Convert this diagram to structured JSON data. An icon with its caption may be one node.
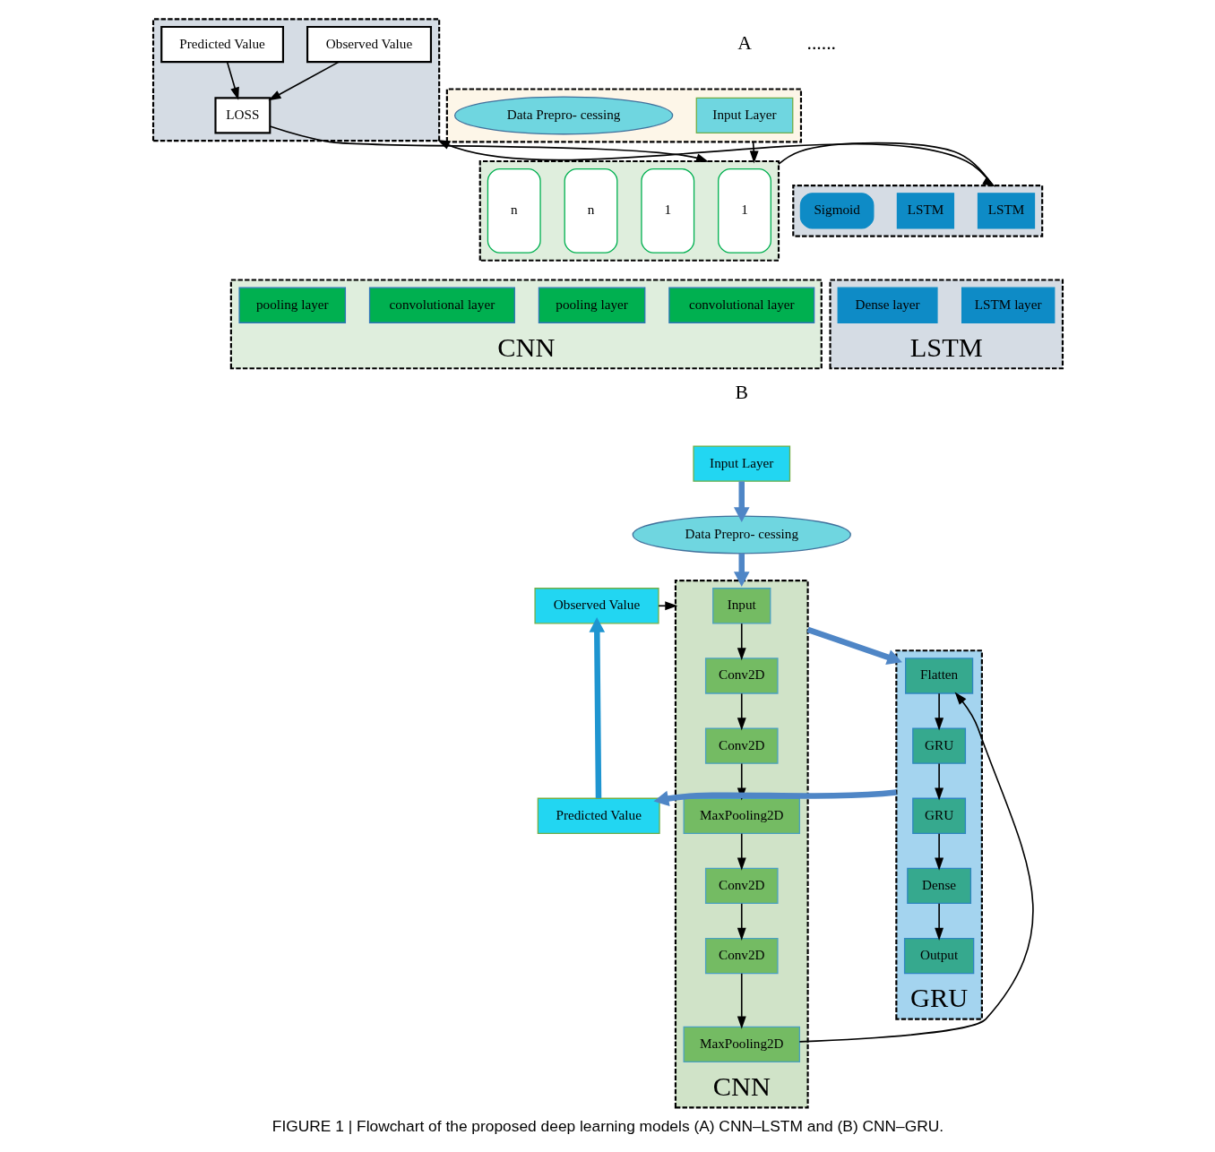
{
  "diagram": {
    "caption": "FIGURE 1 | Flowchart of the proposed deep learning models (A) CNN–LSTM and (B) CNN–GRU.",
    "nodes": [
      {
        "text": [],
        "shape": "box"
      },
      {
        "text": [
          "Input Layer"
        ],
        "in": 0
      },
      {
        "text": [
          "Data Prepro- cessing"
        ],
        "in": 0
      },
      {
        "text": [],
        "shape": "box"
      },
      {
        "text": [
          "1"
        ],
        "in": 3
      },
      {
        "text": [
          "1"
        ],
        "in": 3
      },
      {
        "text": [
          "n"
        ],
        "in": 3
      },
      {
        "text": [
          "n"
        ],
        "in": 3
      },
      {
        "text": [
          "CNN"
        ]
      },
      {
        "text": [
          "convolutional layer"
        ],
        "in": 8
      },
      {
        "text": [
          "pooling layer"
        ],
        "in": 8
      },
      {
        "text": [
          "convolutional layer"
        ],
        "in": 8
      },
      {
        "text": [
          "pooling layer"
        ],
        "in": 8
      },
      {
        "text": [],
        "shape": "box"
      },
      {
        "text": [
          "Observed Value"
        ],
        "in": 13
      },
      {
        "text": [
          "LOSS"
        ],
        "in": 13
      },
      {
        "text": [
          "Predicted Value"
        ],
        "in": 13
      },
      {
        "text": [],
        "shape": "box"
      },
      {
        "text": [
          "LSTM"
        ],
        "in": 17
      },
      {
        "text": [
          "LSTM"
        ],
        "in": 17
      },
      {
        "text": [
          "Sigmoid"
        ],
        "in": 17
      },
      {
        "text": [
          "LSTM"
        ]
      },
      {
        "text": [
          "LSTM layer"
        ],
        "in": 21
      },
      {
        "text": [
          "Dense layer"
        ],
        "in": 21
      },
      {
        "text": [
          "Input Layer"
        ]
      },
      {
        "text": [
          "Data Prepro- cessing"
        ]
      },
      {
        "text": [
          "CNN"
        ]
      },
      {
        "text": [
          "Input"
        ],
        "in": 26
      },
      {
        "text": [
          "Conv2D"
        ],
        "in": 26
      },
      {
        "text": [
          "Conv2D"
        ],
        "in": 26
      },
      {
        "text": [
          "MaxPooling2D"
        ],
        "in": 26
      },
      {
        "text": [
          "Conv2D"
        ],
        "in": 26
      },
      {
        "text": [
          "Conv2D"
        ],
        "in": 26
      },
      {
        "text": [
          "MaxPooling2D"
        ],
        "in": 26
      },
      {
        "text": [
          "GRU"
        ]
      },
      {
        "text": [
          "Flatten"
        ],
        "in": 34
      },
      {
        "text": [
          "GRU"
        ],
        "in": 34
      },
      {
        "text": [
          "GRU"
        ],
        "in": 34
      },
      {
        "text": [
          "Dense"
        ],
        "in": 34
      },
      {
        "text": [
          "Output"
        ],
        "in": 34
      },
      {
        "text": [
          "Observed Value"
        ]
      },
      {
        "text": [
          "Predicted Value"
        ]
      }
    ],
    "edges": [
      {
        "from": 0,
        "to": 3,
        "arrow": "to"
      },
      {
        "from": 15,
        "to": 3,
        "arrow": "to"
      },
      {
        "from": 3,
        "to": 17,
        "arrow": "to"
      },
      {
        "from": 17,
        "to": 13,
        "arrow": "to"
      },
      {
        "from": 14,
        "to": 15,
        "arrow": "to"
      },
      {
        "from": 16,
        "to": 15,
        "arrow": "to"
      },
      {
        "from": 24,
        "to": 25,
        "arrow": "to",
        "style": "thick",
        "color": "#4f86c6"
      },
      {
        "from": 25,
        "to": 26,
        "arrow": "to",
        "style": "thick",
        "color": "#4f86c6"
      },
      {
        "from": 40,
        "to": 26,
        "arrow": "to"
      },
      {
        "from": 27,
        "to": 28,
        "arrow": "to"
      },
      {
        "from": 28,
        "to": 29,
        "arrow": "to"
      },
      {
        "from": 29,
        "to": 30,
        "arrow": "to"
      },
      {
        "from": 30,
        "to": 31,
        "arrow": "to"
      },
      {
        "from": 31,
        "to": 32,
        "arrow": "to"
      },
      {
        "from": 32,
        "to": 33,
        "arrow": "to"
      },
      {
        "from": 33,
        "to": 35,
        "arrow": "to"
      },
      {
        "from": 35,
        "to": 36,
        "arrow": "to"
      },
      {
        "from": 36,
        "to": 37,
        "arrow": "to"
      },
      {
        "from": 37,
        "to": 38,
        "arrow": "to"
      },
      {
        "from": 38,
        "to": 39,
        "arrow": "to"
      },
      {
        "from": 26,
        "to": 34,
        "arrow": "to",
        "style": "thick",
        "color": "#4f86c6"
      },
      {
        "from": 34,
        "to": 41,
        "arrow": "to",
        "style": "thick",
        "color": "#4f86c6"
      },
      {
        "from": 41,
        "to": 40,
        "arrow": "to",
        "style": "thick",
        "color": "#1f95d0"
      }
    ],
    "labels": [
      "A",
      "......",
      "B"
    ]
  }
}
